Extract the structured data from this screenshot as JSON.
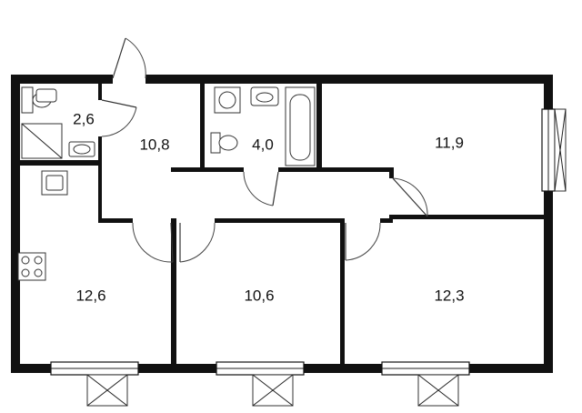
{
  "rooms": [
    {
      "id": "wc",
      "area": "2,6"
    },
    {
      "id": "hall",
      "area": "10,8"
    },
    {
      "id": "bathroom",
      "area": "4,0"
    },
    {
      "id": "bedroom-1",
      "area": "11,9"
    },
    {
      "id": "kitchen",
      "area": "12,6"
    },
    {
      "id": "bedroom-2",
      "area": "10,6"
    },
    {
      "id": "bedroom-3",
      "area": "12,3"
    }
  ],
  "icons": {
    "toilet": "toilet-icon",
    "sink": "sink-icon",
    "shower": "shower-tray-icon",
    "bathtub": "bathtub-icon",
    "washer": "washing-machine-icon",
    "stove": "stove-icon",
    "window": "window-icon",
    "door": "door-swing-icon"
  },
  "colors": {
    "wall": "#111111",
    "background": "#ffffff"
  }
}
